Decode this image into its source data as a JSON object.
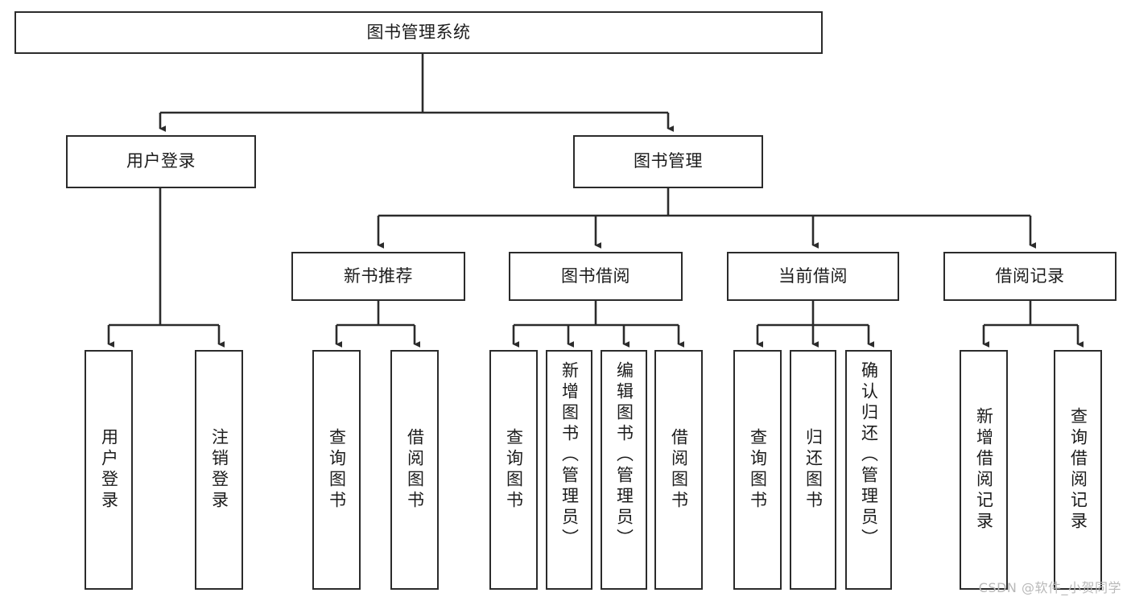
{
  "diagram": {
    "type": "tree-flowchart",
    "title": "图书管理系统",
    "colors": {
      "box_border": "#2b2b2b",
      "box_fill": "#ffffff",
      "edge": "#2b2b2b",
      "text": "#1c1c1c",
      "watermark": "#b9b9b9",
      "background": "#ffffff"
    },
    "watermark": "CSDN @软件_小贺同学"
  },
  "nodes": {
    "root": {
      "label": "图书管理系统"
    },
    "level2": [
      {
        "id": "user-login",
        "label": "用户登录"
      },
      {
        "id": "book-manage",
        "label": "图书管理"
      }
    ],
    "level3": [
      {
        "id": "new-book-recommend",
        "label": "新书推荐"
      },
      {
        "id": "book-borrow",
        "label": "图书借阅"
      },
      {
        "id": "current-borrow",
        "label": "当前借阅"
      },
      {
        "id": "borrow-record",
        "label": "借阅记录"
      }
    ],
    "leaves": [
      {
        "id": "leaf-user-login",
        "label": "用户登录",
        "parent": "user-login"
      },
      {
        "id": "leaf-user-logout",
        "label": "注销登录",
        "parent": "user-login"
      },
      {
        "id": "leaf-query-book-1",
        "label": "查询图书",
        "parent": "new-book-recommend"
      },
      {
        "id": "leaf-borrow-book-1",
        "label": "借阅图书",
        "parent": "new-book-recommend"
      },
      {
        "id": "leaf-query-book-2",
        "label": "查询图书",
        "parent": "book-borrow"
      },
      {
        "id": "leaf-add-book",
        "label": "新增图书（管理员）",
        "parent": "book-borrow"
      },
      {
        "id": "leaf-edit-book",
        "label": "编辑图书（管理员）",
        "parent": "book-borrow"
      },
      {
        "id": "leaf-borrow-book-2",
        "label": "借阅图书",
        "parent": "book-borrow"
      },
      {
        "id": "leaf-query-book-3",
        "label": "查询图书",
        "parent": "current-borrow"
      },
      {
        "id": "leaf-return-book",
        "label": "归还图书",
        "parent": "current-borrow"
      },
      {
        "id": "leaf-confirm-return",
        "label": "确认归还（管理员）",
        "parent": "current-borrow"
      },
      {
        "id": "leaf-add-record",
        "label": "新增借阅记录",
        "parent": "borrow-record"
      },
      {
        "id": "leaf-query-record",
        "label": "查询借阅记录",
        "parent": "borrow-record"
      }
    ]
  }
}
